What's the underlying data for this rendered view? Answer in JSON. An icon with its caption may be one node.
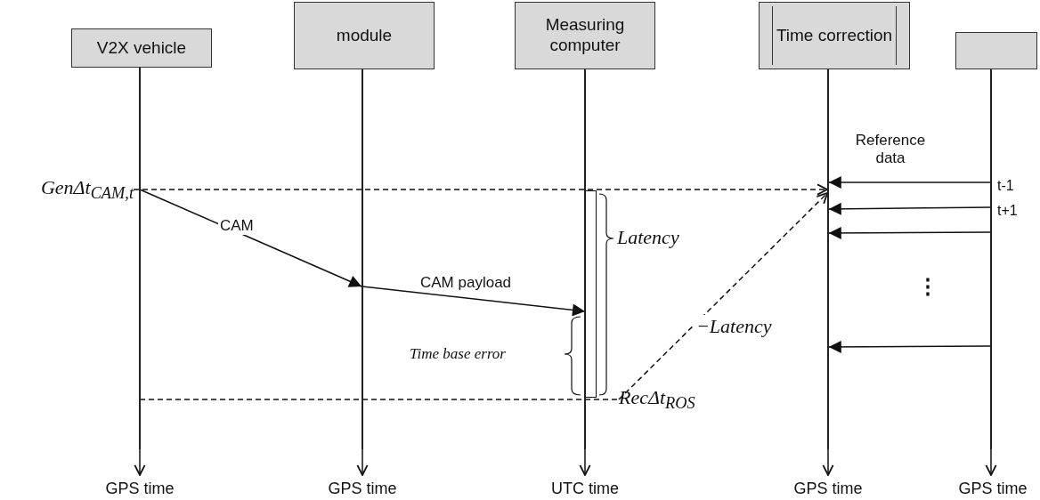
{
  "diagram": {
    "nodes": [
      {
        "text": [
          "V2X vehicle"
        ]
      },
      {
        "text": [
          "module"
        ]
      },
      {
        "text": [
          "Measuring computer"
        ]
      },
      {
        "text": [
          "Time correction"
        ]
      },
      {
        "text": [],
        "shape": "box"
      },
      {
        "text": [
          "GPS time"
        ]
      },
      {
        "text": [
          "GPS time"
        ]
      },
      {
        "text": [
          "UTC time"
        ]
      },
      {
        "text": [
          "GPS time"
        ]
      },
      {
        "text": [
          "GPS time"
        ]
      },
      {
        "text": [
          "GenΔt$_{CAM,t}$"
        ]
      },
      {
        "text": [
          "RecΔt$_{ROS}$"
        ]
      },
      {
        "text": [],
        "shape": "bar"
      },
      {
        "text": [],
        "shape": "line"
      },
      {
        "text": [],
        "shape": "line"
      },
      {
        "text": [],
        "shape": "line"
      },
      {
        "text": [],
        "shape": "line"
      },
      {
        "text": [],
        "shape": "line"
      }
    ],
    "edges": [
      {
        "from": 13,
        "to": 5,
        "arrow": "to"
      },
      {
        "from": 14,
        "to": 6,
        "arrow": "to"
      },
      {
        "from": 15,
        "to": 7,
        "arrow": "to"
      },
      {
        "from": 16,
        "to": 8,
        "arrow": "to"
      },
      {
        "from": 17,
        "to": 9,
        "arrow": "to"
      },
      {
        "from": 13,
        "to": 14,
        "arrow": "to",
        "label": "CAM"
      },
      {
        "from": 14,
        "to": 12,
        "arrow": "to",
        "label": "CAM payload"
      },
      {
        "from": 10,
        "to": 16,
        "arrow": "to",
        "style": "dashed"
      },
      {
        "from": 13,
        "to": 11,
        "arrow": "none",
        "style": "dashed"
      },
      {
        "from": 11,
        "to": 16,
        "arrow": "to",
        "style": "dashed",
        "label": "−Latency"
      },
      {
        "from": 17,
        "to": 16,
        "arrow": "to"
      },
      {
        "from": 17,
        "to": 16,
        "arrow": "to"
      },
      {
        "from": 17,
        "to": 16,
        "arrow": "to"
      },
      {
        "from": 17,
        "to": 16,
        "arrow": "to"
      }
    ],
    "labels": [
      "Reference data",
      "t-1",
      "t+1",
      "⋮",
      "Latency",
      "Time base error"
    ]
  }
}
